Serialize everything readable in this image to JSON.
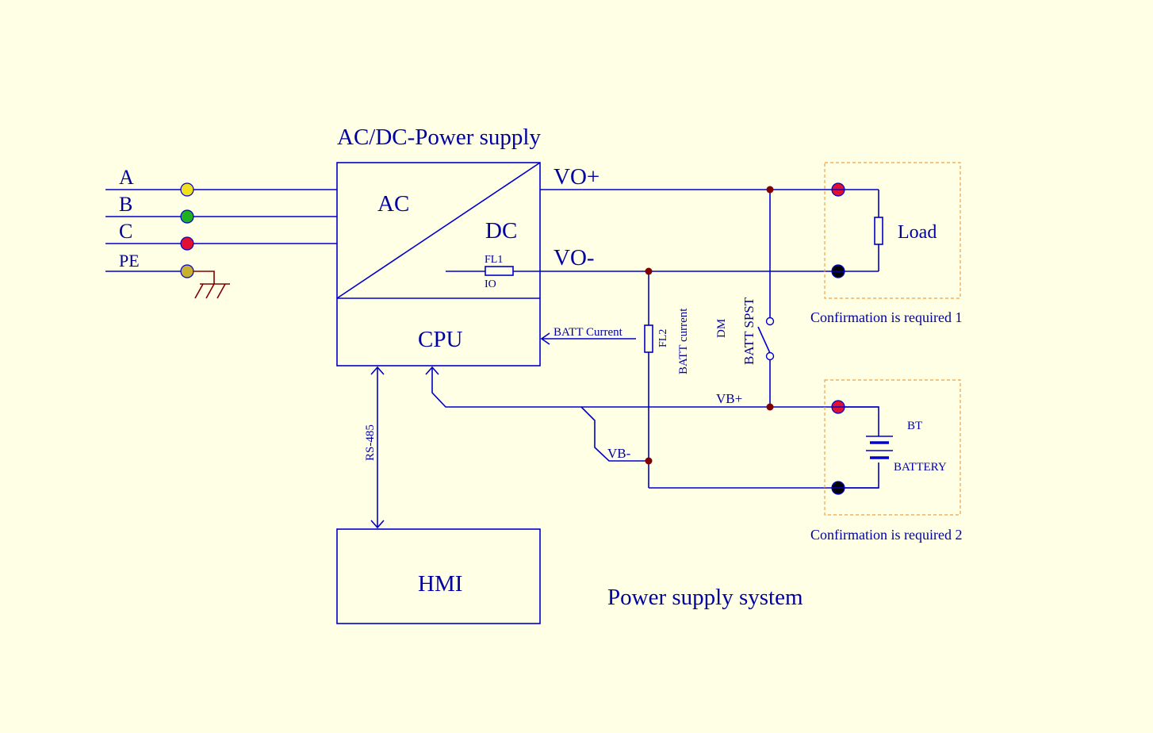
{
  "title": "AC/DC-Power supply",
  "caption": "Power supply system",
  "inputs": {
    "a": "A",
    "b": "B",
    "c": "C",
    "pe": "PE"
  },
  "converter": {
    "ac": "AC",
    "dc": "DC",
    "cpu": "CPU",
    "fl1": "FL1",
    "io": "IO"
  },
  "outputs": {
    "vo_plus": "VO+",
    "vo_minus": "VO-",
    "vb_plus": "VB+",
    "vb_minus": "VB-"
  },
  "signals": {
    "batt_current_arrow": "BATT Current",
    "fl2": "FL2",
    "batt_current_vertical": "BATT current",
    "dm": "DM",
    "batt_spst": "BATT SPST",
    "rs485": "RS-485"
  },
  "load_box": {
    "label": "Load",
    "caption": "Confirmation is required  1"
  },
  "battery_box": {
    "bt": "BT",
    "battery": "BATTERY",
    "caption": "Confirmation is required  2"
  },
  "hmi": "HMI",
  "colors": {
    "wire": "#0000cc",
    "text": "#0000a0",
    "background": "#ffffe6",
    "phase_a": "#f0e020",
    "phase_b": "#20b020",
    "phase_c": "#e01030",
    "pe": "#c8b030",
    "junction": "#800000",
    "terminal_plus": "#e01030",
    "terminal_minus": "#000000",
    "confirmation_box": "#f0a040"
  }
}
